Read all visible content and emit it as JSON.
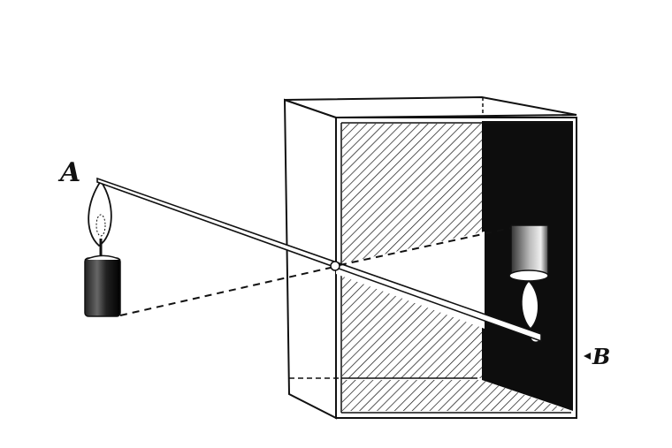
{
  "diagram": {
    "type": "camera-obscura-engraving",
    "labels": {
      "object_label": "A",
      "image_label": "B"
    },
    "colors": {
      "ink": "#111111",
      "paper": "#ffffff"
    },
    "elements": {
      "object": "upright lit candle",
      "pinhole": "small aperture in front wall of box",
      "image": "inverted candle projected on rear wall",
      "box": "open-sided box with hatched interior walls"
    }
  }
}
